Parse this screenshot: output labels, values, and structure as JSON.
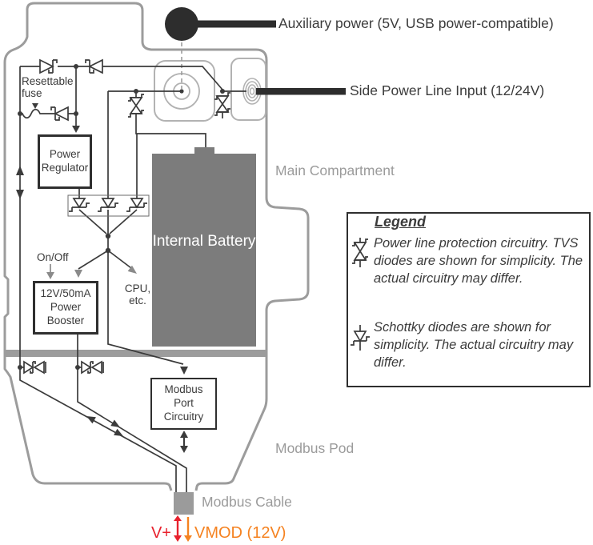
{
  "labels": {
    "aux_power": "Auxiliary power (5V, USB power-compatible)",
    "side_power": "Side Power Line Input (12/24V)",
    "main_compartment": "Main Compartment",
    "modbus_pod": "Modbus Pod",
    "modbus_cable": "Modbus Cable",
    "v_plus": "V+",
    "vmod": "VMOD (12V)",
    "resettable_fuse": "Resettable fuse",
    "on_off": "On/Off",
    "cpu_etc": "CPU, etc."
  },
  "blocks": {
    "power_regulator": "Power Regulator",
    "power_booster": "12V/50mA Power Booster",
    "internal_battery": "Internal Battery",
    "modbus_port": "Modbus Port Circuitry"
  },
  "legend": {
    "title": "Legend",
    "items": [
      {
        "icon": "tvs-diode-icon",
        "text": "Power line protection circuitry. TVS diodes are shown for simplicity. The actual circuitry may differ."
      },
      {
        "icon": "schottky-diode-icon",
        "text": "Schottky diodes are shown for simplicity. The actual circuitry may differ."
      }
    ]
  },
  "colors": {
    "wire": "#3b3b3b",
    "outline_gray": "#9c9c9c",
    "battery_gray": "#7c7c7c",
    "label_gray": "#9b9b9b",
    "arrow_gray": "#8a8a8a",
    "black_fill": "#2d2d2d",
    "v_plus_red": "#e8212d",
    "vmod_orange": "#f58220"
  }
}
